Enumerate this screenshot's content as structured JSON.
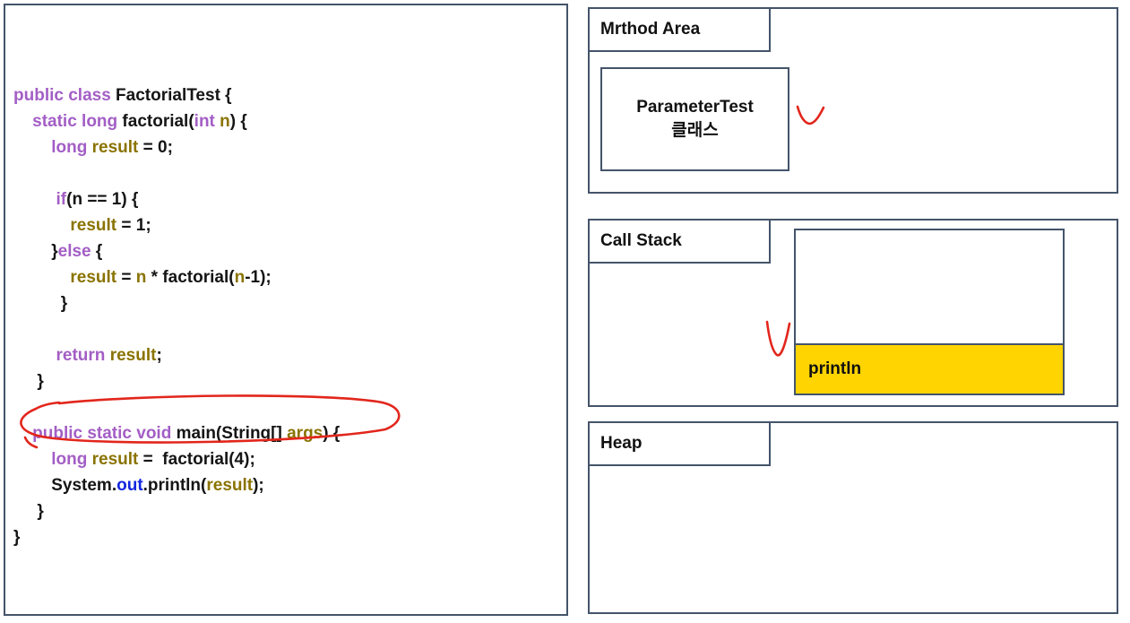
{
  "slide": {
    "code_panel": {
      "token_colors": {
        "keyword": "#A35EC5",
        "plain": "#151515",
        "variable": "#8A7300",
        "field": "#1226DF"
      },
      "lines": [
        [
          [
            "keyword",
            "public class "
          ],
          [
            "plain",
            "FactorialTest {"
          ]
        ],
        [
          [
            "plain",
            "    "
          ],
          [
            "keyword",
            "static long "
          ],
          [
            "plain",
            "factorial("
          ],
          [
            "keyword",
            "int"
          ],
          [
            "variable",
            " n"
          ],
          [
            "plain",
            ") {"
          ]
        ],
        [
          [
            "plain",
            "        "
          ],
          [
            "keyword",
            "long "
          ],
          [
            "variable",
            "result"
          ],
          [
            "plain",
            " = 0;"
          ]
        ],
        [],
        [
          [
            "plain",
            "         "
          ],
          [
            "keyword",
            "if"
          ],
          [
            "plain",
            "(n == 1) {"
          ]
        ],
        [
          [
            "plain",
            "            "
          ],
          [
            "variable",
            "result"
          ],
          [
            "plain",
            " = 1;"
          ]
        ],
        [
          [
            "plain",
            "        }"
          ],
          [
            "keyword",
            "else"
          ],
          [
            "plain",
            " {"
          ]
        ],
        [
          [
            "plain",
            "            "
          ],
          [
            "variable",
            "result"
          ],
          [
            "plain",
            " = "
          ],
          [
            "variable",
            "n"
          ],
          [
            "plain",
            " * factorial("
          ],
          [
            "variable",
            "n"
          ],
          [
            "plain",
            "-1);"
          ]
        ],
        [
          [
            "plain",
            "          }"
          ]
        ],
        [],
        [
          [
            "plain",
            "         "
          ],
          [
            "keyword",
            "return"
          ],
          [
            "variable",
            " result"
          ],
          [
            "plain",
            ";"
          ]
        ],
        [
          [
            "plain",
            "     }"
          ]
        ],
        [],
        [
          [
            "plain",
            "    "
          ],
          [
            "keyword",
            "public static void "
          ],
          [
            "plain",
            "main(String[] "
          ],
          [
            "variable",
            "args"
          ],
          [
            "plain",
            ") {"
          ]
        ],
        [
          [
            "plain",
            "        "
          ],
          [
            "keyword",
            "long "
          ],
          [
            "variable",
            "result"
          ],
          [
            "plain",
            " =  factorial(4);"
          ]
        ],
        [
          [
            "plain",
            "        System."
          ],
          [
            "field",
            "out"
          ],
          [
            "plain",
            ".println("
          ],
          [
            "variable",
            "result"
          ],
          [
            "plain",
            ");"
          ]
        ],
        [
          [
            "plain",
            "     }"
          ]
        ],
        [
          [
            "plain",
            "}"
          ]
        ]
      ]
    },
    "method_area": {
      "title": "Mrthod Area",
      "class_box": [
        "ParameterTest",
        "클래스"
      ]
    },
    "call_stack": {
      "title": "Call Stack",
      "stack_frames": [
        {
          "label": "println",
          "highlight": true
        }
      ]
    },
    "heap": {
      "title": "Heap"
    },
    "annotations": {
      "color": "#E2261C",
      "marks": [
        "hand-drawn ellipse around main method signature",
        "check mark beside ParameterTest class box",
        "check mark beside println stack frame"
      ]
    },
    "colors": {
      "border": "#44546A",
      "frame_highlight": "#FFD400"
    }
  }
}
